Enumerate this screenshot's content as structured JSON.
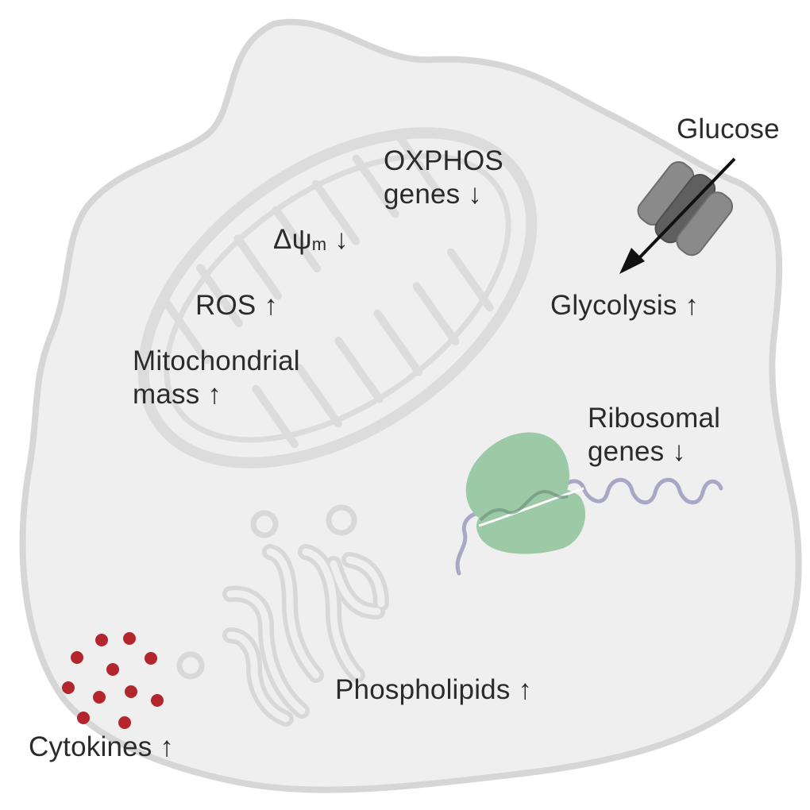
{
  "labels": {
    "oxphos_line1": "OXPHOS",
    "oxphos_line2": "genes ↓",
    "membrane_potential_symbol": "Δψ",
    "membrane_potential_subscript": "m",
    "membrane_potential_arrow": " ↓",
    "ros": "ROS ↑",
    "mito_mass_line1": "Mitochondrial",
    "mito_mass_line2": "mass ↑",
    "glucose": "Glucose",
    "glycolysis": "Glycolysis ↑",
    "ribosomal_line1": "Ribosomal",
    "ribosomal_line2": "genes ↓",
    "phospholipids": "Phospholipids ↑",
    "cytokines": "Cytokines ↑"
  },
  "colors": {
    "cell_fill": "#efefef",
    "cell_outline": "#d6d6d6",
    "organelle_outline": "#dcdcdc",
    "transporter": "#8a8a8a",
    "transporter_dark": "#5f5f5f",
    "ribosome": "#9cc9a6",
    "mrna": "#a8a8c6",
    "cytokine": "#b3262e",
    "text": "#2b2b2b"
  },
  "icons": [
    "cell-membrane",
    "mitochondrion",
    "glucose-transporter",
    "ribosome",
    "mrna-strand",
    "golgi-apparatus",
    "cytokine-particles"
  ]
}
